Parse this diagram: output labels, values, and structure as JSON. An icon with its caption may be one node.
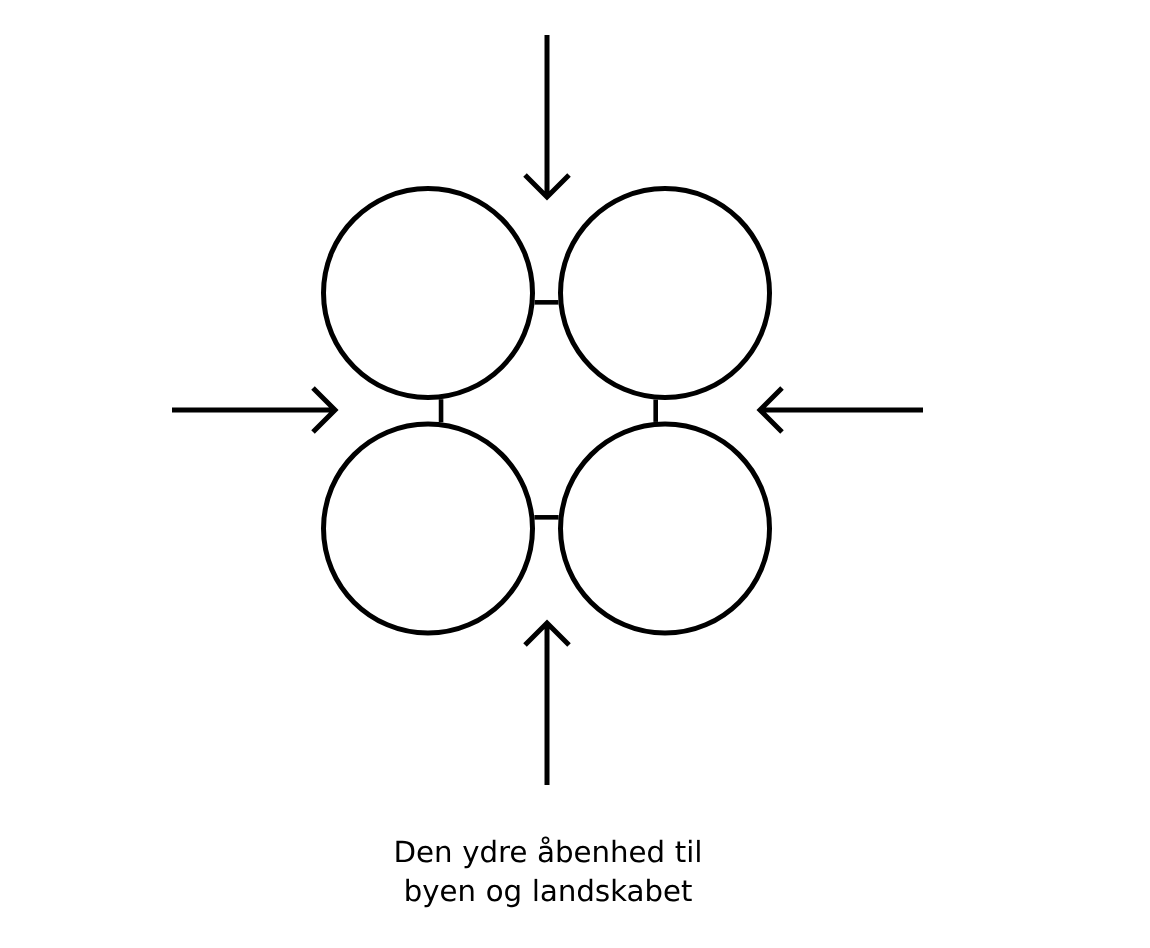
{
  "diagram": {
    "caption": "Den ydre åbenhed til byen og landskabet",
    "nodes": [
      {
        "text": [],
        "shape": "circle"
      },
      {
        "text": [],
        "shape": "circle"
      },
      {
        "text": [],
        "shape": "circle"
      },
      {
        "text": [],
        "shape": "circle"
      }
    ],
    "edges": [
      {
        "from": 0,
        "to": 1,
        "arrow": "none"
      },
      {
        "from": 0,
        "to": 2,
        "arrow": "none"
      },
      {
        "from": 1,
        "to": 3,
        "arrow": "none"
      },
      {
        "from": 2,
        "to": 3,
        "arrow": "none"
      }
    ]
  }
}
